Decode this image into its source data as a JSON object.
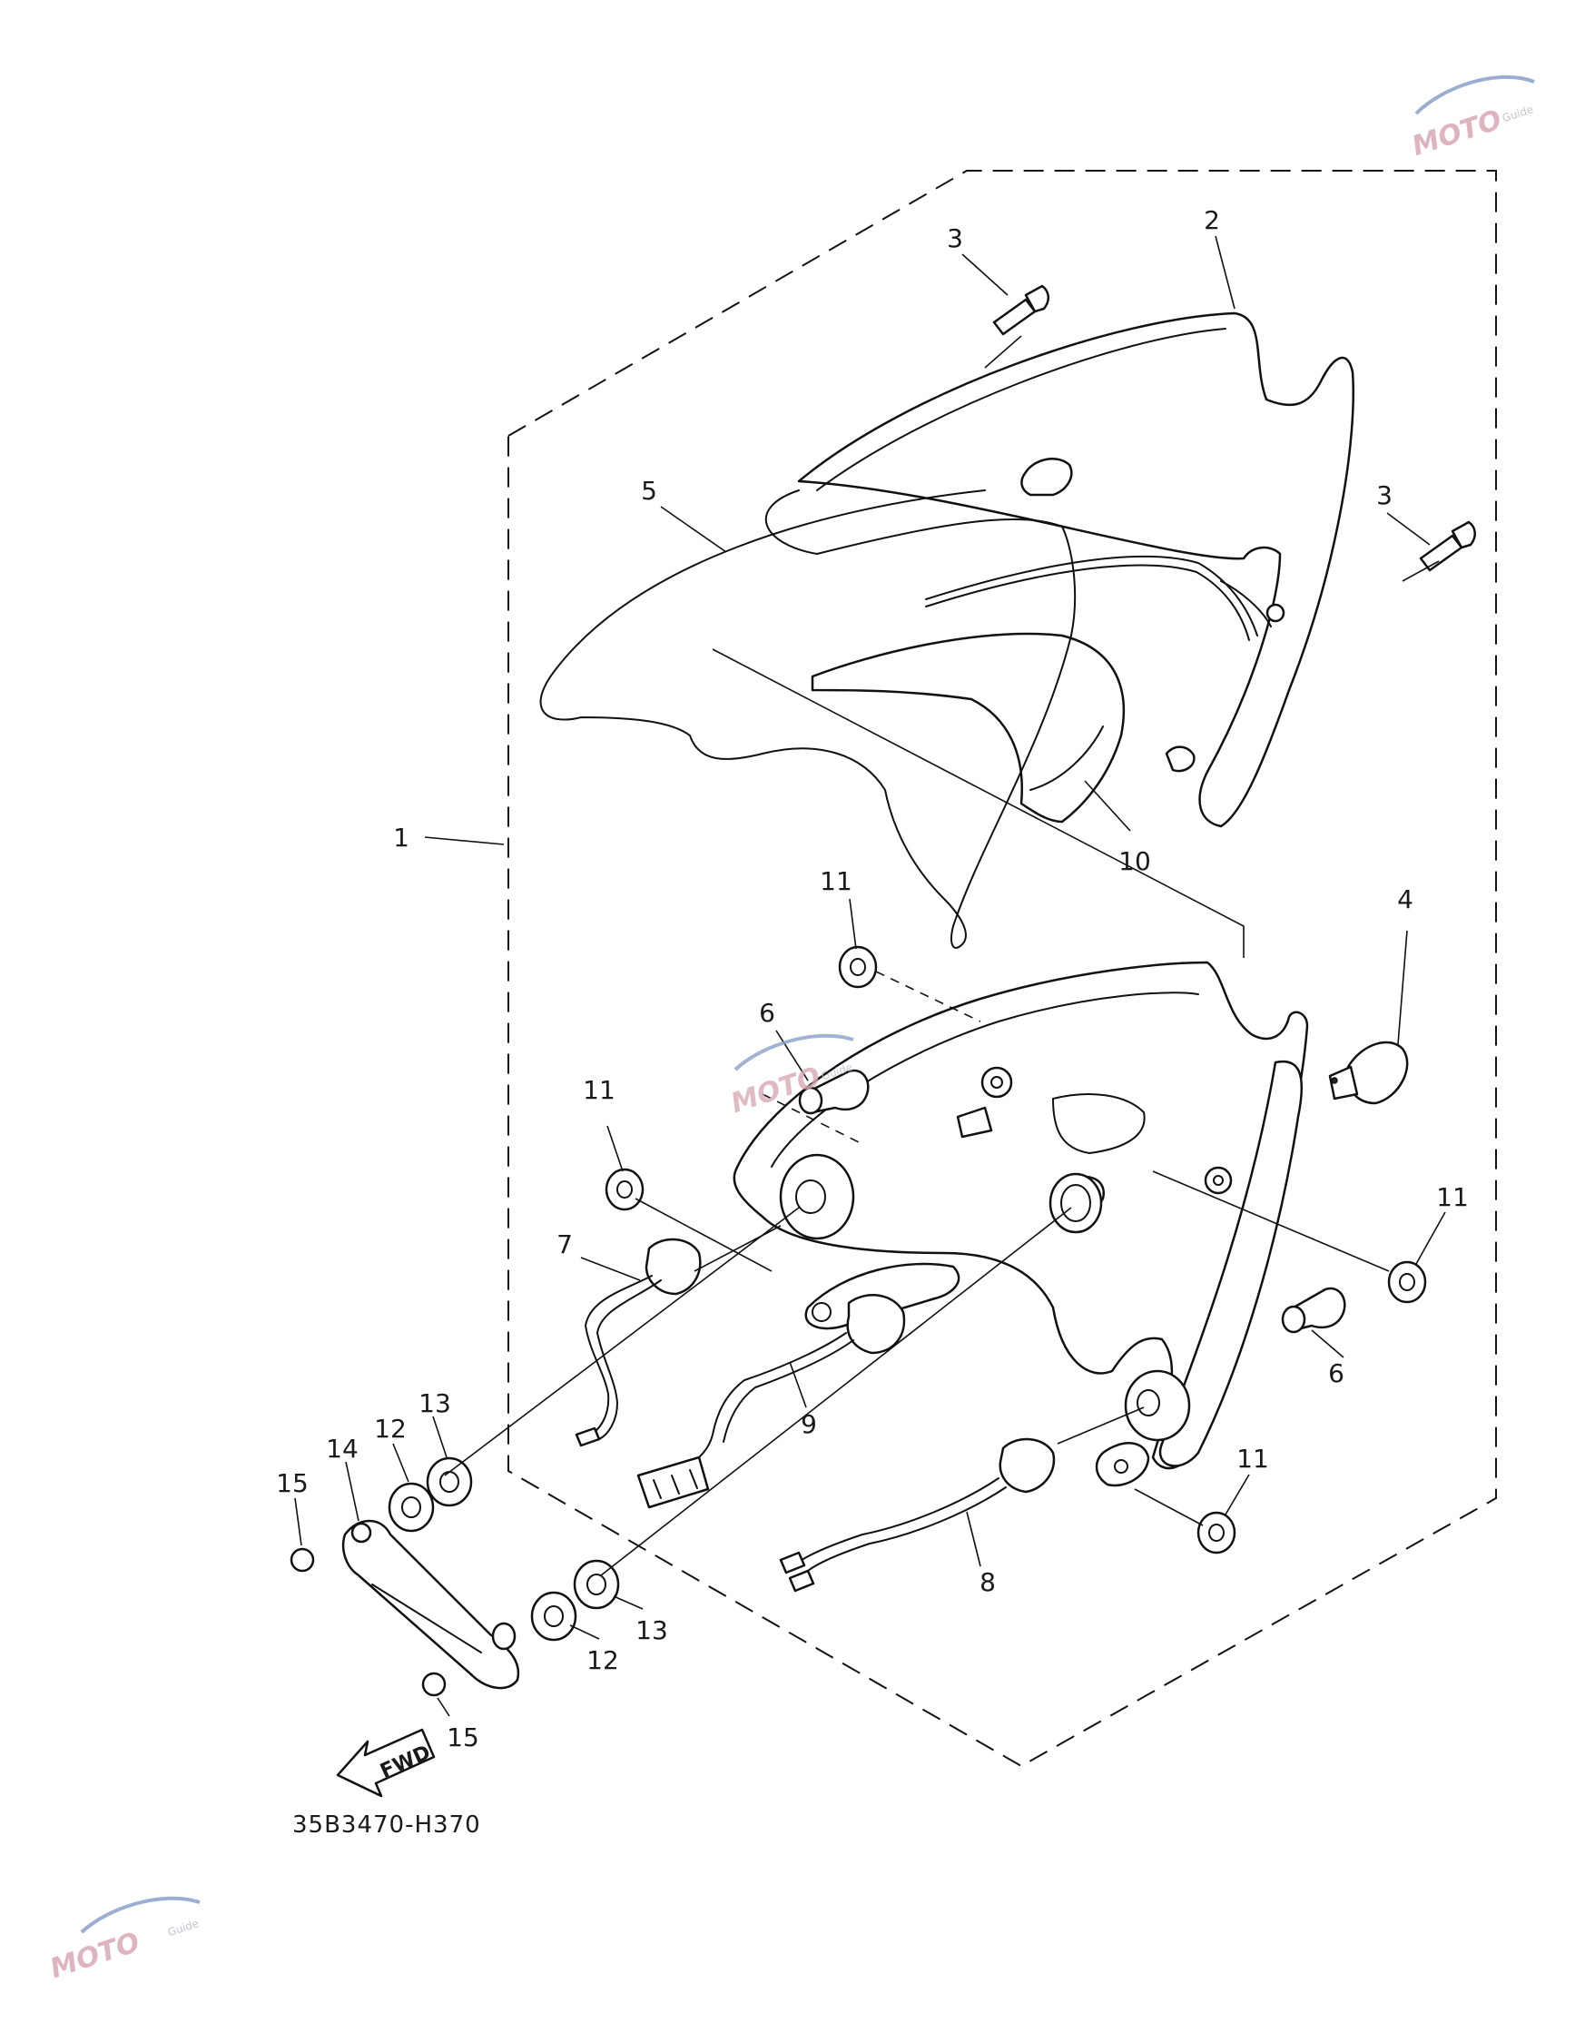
{
  "callouts": [
    "1",
    "2",
    "3",
    "3",
    "4",
    "5",
    "6",
    "6",
    "7",
    "8",
    "9",
    "10",
    "11",
    "11",
    "11",
    "11",
    "12",
    "12",
    "13",
    "13",
    "14",
    "15",
    "15"
  ],
  "direction_label": "FWD",
  "diagram_code": "35B3470-H370",
  "watermark": {
    "text": "MOTO",
    "subtext": "Guide",
    "color": "#d9a9b3"
  }
}
